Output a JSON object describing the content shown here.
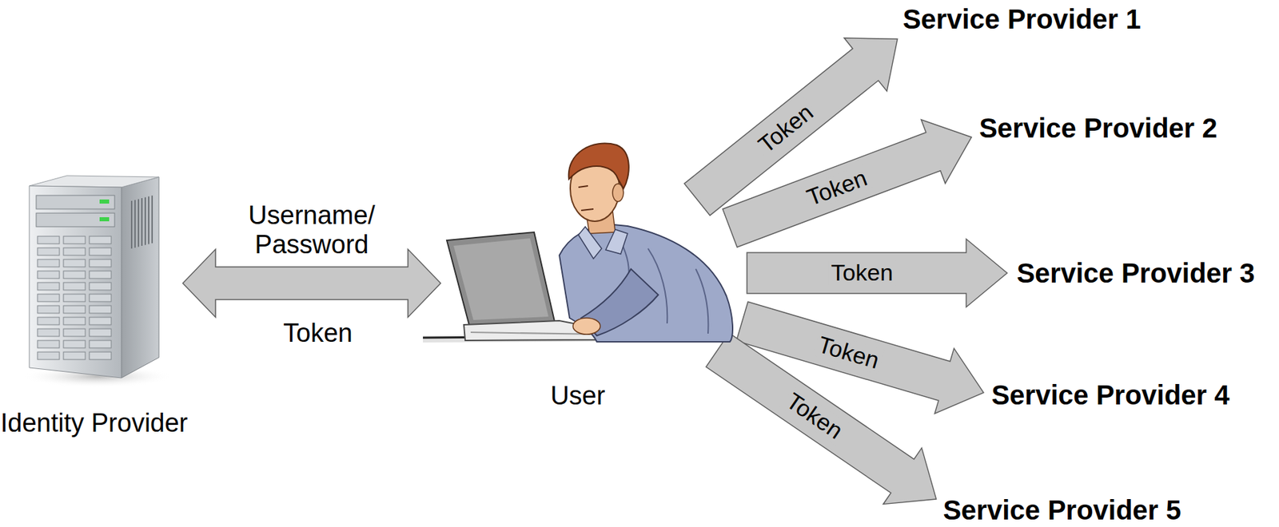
{
  "diagram": {
    "nodes": [
      {
        "text": [
          "Identity Provider"
        ]
      },
      {
        "text": [
          "User"
        ]
      },
      {
        "text": [
          "Service Provider 1"
        ]
      },
      {
        "text": [
          "Service Provider 2"
        ]
      },
      {
        "text": [
          "Service Provider 3"
        ]
      },
      {
        "text": [
          "Service Provider 4"
        ]
      },
      {
        "text": [
          "Service Provider 5"
        ]
      }
    ],
    "edges": [
      {
        "from": 0,
        "to": 1,
        "arrow": "both",
        "label": "Username/ Password"
      },
      {
        "from": 1,
        "to": 2,
        "arrow": "to",
        "label": "Token"
      },
      {
        "from": 1,
        "to": 3,
        "arrow": "to",
        "label": "Token"
      },
      {
        "from": 1,
        "to": 4,
        "arrow": "to",
        "label": "Token"
      },
      {
        "from": 1,
        "to": 5,
        "arrow": "to",
        "label": "Token"
      },
      {
        "from": 1,
        "to": 6,
        "arrow": "to",
        "label": "Token"
      }
    ],
    "labels": [
      "Token"
    ]
  }
}
